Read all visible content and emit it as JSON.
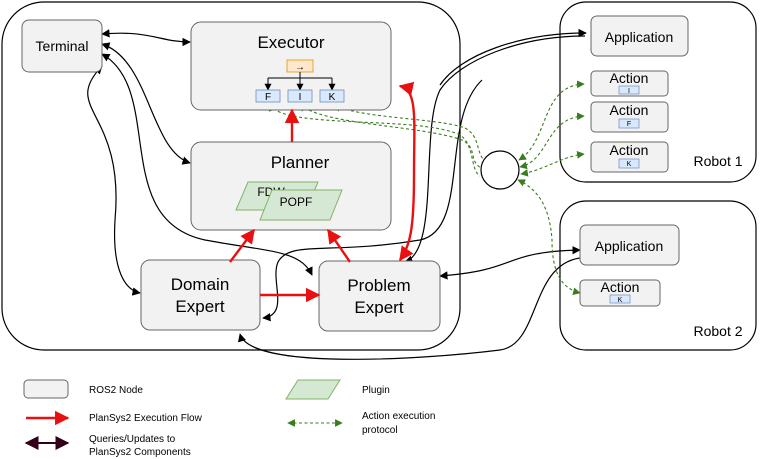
{
  "nodes": {
    "terminal": "Terminal",
    "executor": "Executor",
    "planner": "Planner",
    "domain_expert": [
      "Domain",
      "Expert"
    ],
    "problem_expert": [
      "Problem",
      "Expert"
    ],
    "exec_slots": [
      "F",
      "I",
      "K"
    ],
    "exec_slot_top": "→",
    "plugins": [
      "FDW",
      "POPF"
    ]
  },
  "robot1": {
    "label": "Robot 1",
    "application": "Application",
    "actions": [
      {
        "label": "Action",
        "tag": "I"
      },
      {
        "label": "Action",
        "tag": "F"
      },
      {
        "label": "Action",
        "tag": "K"
      }
    ]
  },
  "robot2": {
    "label": "Robot 2",
    "application": "Application",
    "actions": [
      {
        "label": "Action",
        "tag": "K"
      }
    ]
  },
  "legend": {
    "ros2_node": "ROS2 Node",
    "plugin": "Plugin",
    "execution_flow": "PlanSys2 Execution Flow",
    "action_protocol": [
      "Action execution",
      "protocol"
    ],
    "queries": [
      "Queries/Updates to",
      "PlanSys2 Components"
    ]
  },
  "colors": {
    "node_fill": "#f2f2f2",
    "node_stroke": "#666666",
    "plugin_fill": "#d5e8d4",
    "plugin_stroke": "#82b366",
    "slot_fill": "#dae8fc",
    "slot_stroke": "#6c8ebf",
    "slot_top_fill": "#ffe6cc",
    "slot_top_stroke": "#d79b00",
    "exec_flow": "#e81010",
    "action_protocol": "#3a7d1e",
    "queries": "#000000",
    "legend_query_arrow": "#33001a"
  }
}
